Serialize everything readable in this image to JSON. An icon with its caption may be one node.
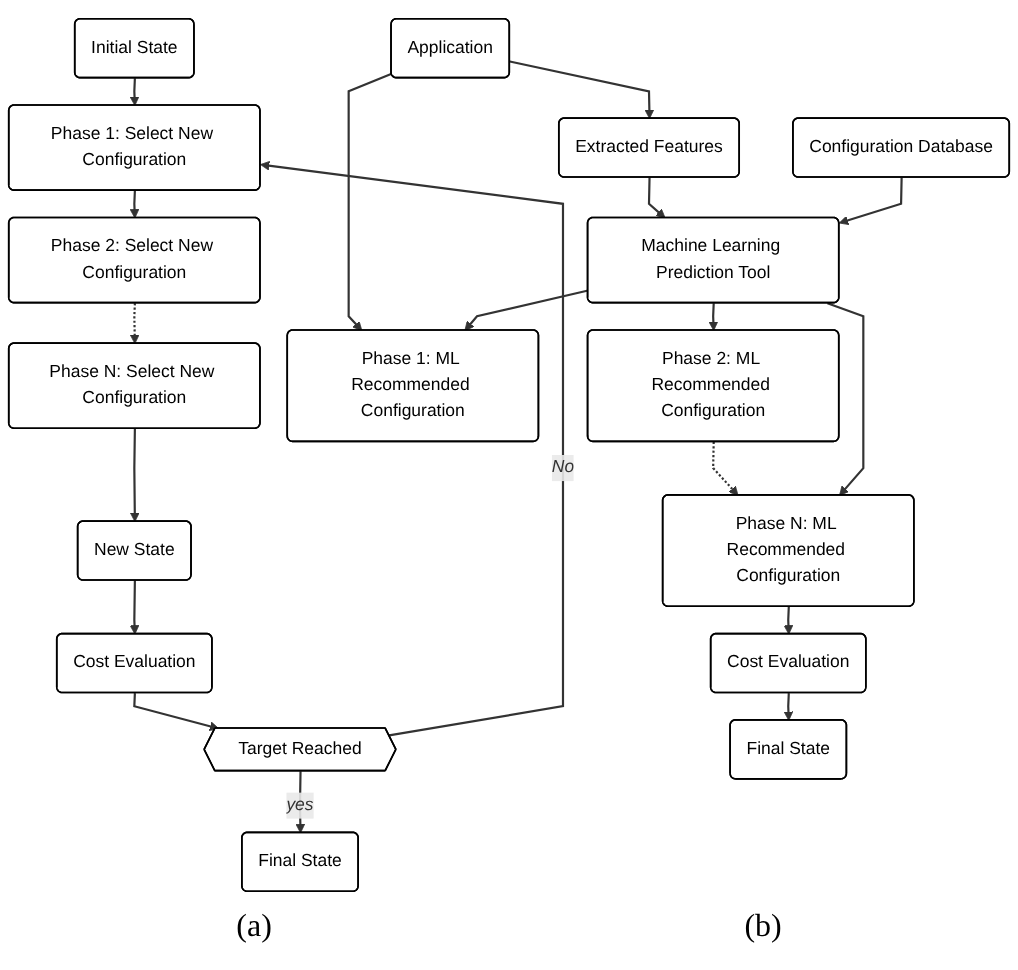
{
  "diagram": {
    "nodes": [
      {
        "text": [
          "Initial State"
        ]
      },
      {
        "text": [
          "Phase 1: Select New Configuration"
        ]
      },
      {
        "text": [
          "Phase 2: Select New Configuration"
        ]
      },
      {
        "text": [
          "Phase N: Select New Configuration"
        ]
      },
      {
        "text": [
          "New State"
        ]
      },
      {
        "text": [
          "Cost Evaluation"
        ]
      },
      {
        "text": [
          "Target Reached"
        ]
      },
      {
        "text": [
          "Final State"
        ]
      },
      {
        "text": [
          "Application"
        ]
      },
      {
        "text": [
          "Extracted Features"
        ]
      },
      {
        "text": [
          "Phase 1: ML Recommended Configuration"
        ]
      },
      {
        "text": [
          "Phase 2: ML Recommended Configuration"
        ]
      },
      {
        "text": [
          "Machine Learning Prediction Tool"
        ]
      },
      {
        "text": [
          "Configuration Database"
        ]
      },
      {
        "text": [
          "Phase N: ML Recommended Configuration"
        ]
      },
      {
        "text": [
          "Cost Evaluation"
        ]
      },
      {
        "text": [
          "Final State"
        ]
      }
    ],
    "edges": [
      {
        "from": 0,
        "to": 1,
        "arrow": "to"
      },
      {
        "from": 1,
        "to": 2,
        "arrow": "to"
      },
      {
        "from": 2,
        "to": 3,
        "arrow": "to",
        "style": "dashed"
      },
      {
        "from": 3,
        "to": 4,
        "arrow": "to"
      },
      {
        "from": 4,
        "to": 5,
        "arrow": "to"
      },
      {
        "from": 5,
        "to": 6,
        "arrow": "to"
      },
      {
        "from": 6,
        "to": 7,
        "arrow": "to",
        "label": "yes"
      },
      {
        "from": 6,
        "to": 1,
        "arrow": "to",
        "label": "No"
      },
      {
        "from": 8,
        "to": 9,
        "arrow": "to"
      },
      {
        "from": 8,
        "to": 10,
        "arrow": "to"
      },
      {
        "from": 9,
        "to": 12,
        "arrow": "to"
      },
      {
        "from": 12,
        "to": 10,
        "arrow": "to"
      },
      {
        "from": 12,
        "to": 11,
        "arrow": "to"
      },
      {
        "from": 11,
        "to": 14,
        "arrow": "to",
        "style": "dashed"
      },
      {
        "from": 12,
        "to": 14,
        "arrow": "to"
      },
      {
        "from": 13,
        "to": 12,
        "arrow": "to"
      },
      {
        "from": 14,
        "to": 15,
        "arrow": "to"
      },
      {
        "from": 15,
        "to": 16,
        "arrow": "to"
      }
    ],
    "labels": [
      "(a)",
      "(b)"
    ]
  }
}
